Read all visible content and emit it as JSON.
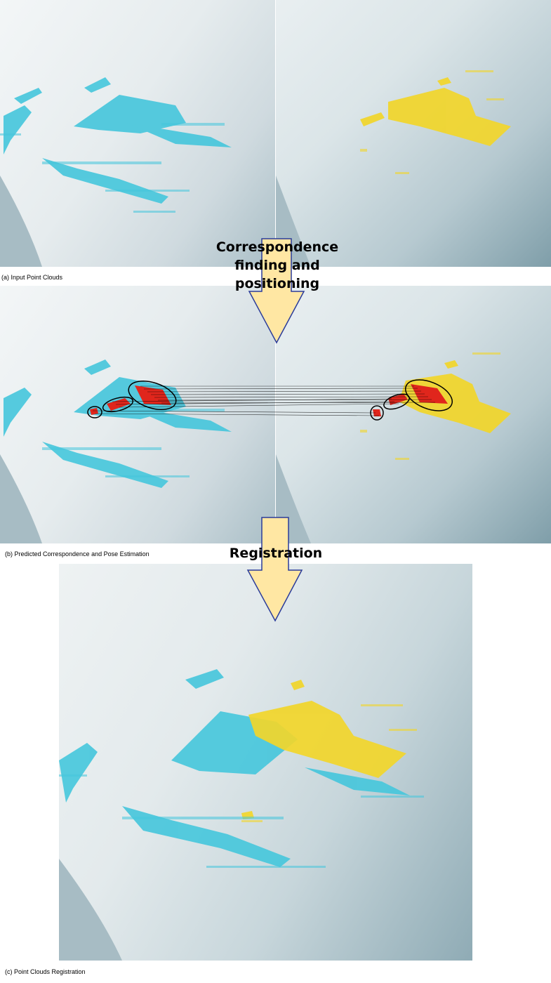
{
  "colors": {
    "source_cloud": "#45c6dc",
    "target_cloud": "#f2d62a",
    "correspondence": "#e0261c",
    "arrow_fill": "#ffe7a3",
    "arrow_stroke": "#2b3c9a"
  },
  "arrows": {
    "step1_label_lines": [
      "Correspondence",
      "finding and",
      "positioning"
    ],
    "step2_label": "Registration"
  },
  "captions": {
    "a": "(a) Input Point Clouds",
    "b": "(b) Predicted Correspondence and Pose Estimation",
    "c": "(c) Point Clouds Registration"
  }
}
